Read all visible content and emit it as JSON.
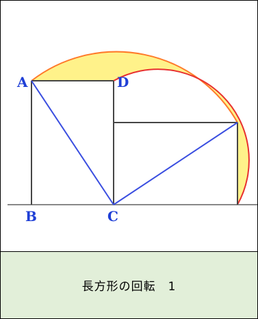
{
  "caption": "長方形の回転　1",
  "points": {
    "A": "A",
    "B": "B",
    "C": "C",
    "D": "D"
  },
  "colors": {
    "label": "#1f3fd6",
    "diagonal": "#3a4ee0",
    "rect": "#444444",
    "ground": "#888888",
    "band_fill": "#fff28a",
    "arc_outer": "#ff7a2a",
    "arc_inner": "#e83030",
    "caption_bg": "#e2efd9"
  }
}
